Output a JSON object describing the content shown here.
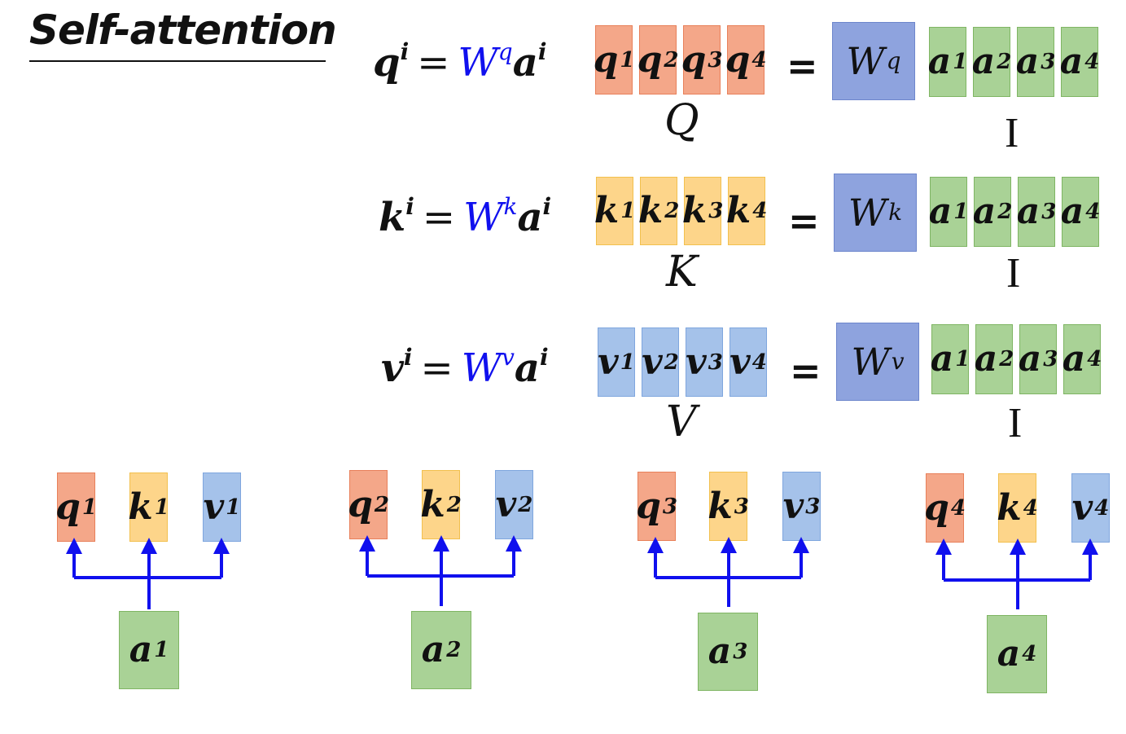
{
  "title": "Self-attention",
  "colors": {
    "query": "#f4a789",
    "key": "#fdd58a",
    "value": "#a5c2ea",
    "input": "#a9d296",
    "weight": "#8ea3de",
    "arrow": "#1010ee"
  },
  "equations": [
    {
      "lhs_base": "q",
      "lhs_sup": "i",
      "eq": "=",
      "w_base": "W",
      "w_sup": "q",
      "rhs_base": "a",
      "rhs_sup": "i",
      "matrix_cells": [
        {
          "base": "q",
          "sup": "1"
        },
        {
          "base": "q",
          "sup": "2"
        },
        {
          "base": "q",
          "sup": "3"
        },
        {
          "base": "q",
          "sup": "4"
        }
      ],
      "matrix_label": "Q",
      "equals": "=",
      "weight_base": "W",
      "weight_sup": "q",
      "input_cells": [
        {
          "base": "a",
          "sup": "1"
        },
        {
          "base": "a",
          "sup": "2"
        },
        {
          "base": "a",
          "sup": "3"
        },
        {
          "base": "a",
          "sup": "4"
        }
      ],
      "input_label": "I"
    },
    {
      "lhs_base": "k",
      "lhs_sup": "i",
      "eq": "=",
      "w_base": "W",
      "w_sup": "k",
      "rhs_base": "a",
      "rhs_sup": "i",
      "matrix_cells": [
        {
          "base": "k",
          "sup": "1"
        },
        {
          "base": "k",
          "sup": "2"
        },
        {
          "base": "k",
          "sup": "3"
        },
        {
          "base": "k",
          "sup": "4"
        }
      ],
      "matrix_label": "K",
      "equals": "=",
      "weight_base": "W",
      "weight_sup": "k",
      "input_cells": [
        {
          "base": "a",
          "sup": "1"
        },
        {
          "base": "a",
          "sup": "2"
        },
        {
          "base": "a",
          "sup": "3"
        },
        {
          "base": "a",
          "sup": "4"
        }
      ],
      "input_label": "I"
    },
    {
      "lhs_base": "v",
      "lhs_sup": "i",
      "eq": "=",
      "w_base": "W",
      "w_sup": "v",
      "rhs_base": "a",
      "rhs_sup": "i",
      "matrix_cells": [
        {
          "base": "v",
          "sup": "1"
        },
        {
          "base": "v",
          "sup": "2"
        },
        {
          "base": "v",
          "sup": "3"
        },
        {
          "base": "v",
          "sup": "4"
        }
      ],
      "matrix_label": "V",
      "equals": "=",
      "weight_base": "W",
      "weight_sup": "v",
      "input_cells": [
        {
          "base": "a",
          "sup": "1"
        },
        {
          "base": "a",
          "sup": "2"
        },
        {
          "base": "a",
          "sup": "3"
        },
        {
          "base": "a",
          "sup": "4"
        }
      ],
      "input_label": "I"
    }
  ],
  "tokens": [
    {
      "q": "q",
      "k": "k",
      "v": "v",
      "a": "a",
      "sup": "1"
    },
    {
      "q": "q",
      "k": "k",
      "v": "v",
      "a": "a",
      "sup": "2"
    },
    {
      "q": "q",
      "k": "k",
      "v": "v",
      "a": "a",
      "sup": "3"
    },
    {
      "q": "q",
      "k": "k",
      "v": "v",
      "a": "a",
      "sup": "4"
    }
  ]
}
